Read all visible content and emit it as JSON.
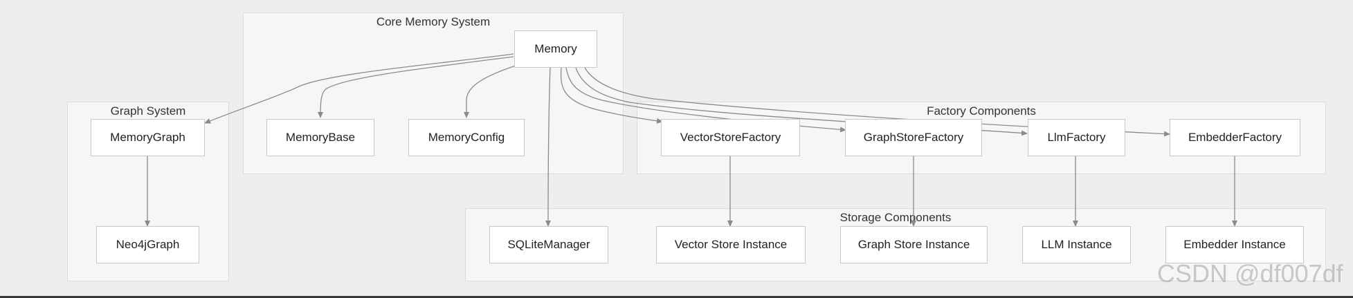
{
  "groups": {
    "core": "Core Memory System",
    "graph": "Graph System",
    "factory": "Factory Components",
    "storage": "Storage Components"
  },
  "nodes": {
    "memory": "Memory",
    "memory_base": "MemoryBase",
    "memory_config": "MemoryConfig",
    "memory_graph": "MemoryGraph",
    "neo4j_graph": "Neo4jGraph",
    "vector_store_factory": "VectorStoreFactory",
    "graph_store_factory": "GraphStoreFactory",
    "llm_factory": "LlmFactory",
    "embedder_factory": "EmbedderFactory",
    "sqlite_manager": "SQLiteManager",
    "vector_store_instance": "Vector Store Instance",
    "graph_store_instance": "Graph Store Instance",
    "llm_instance": "LLM Instance",
    "embedder_instance": "Embedder Instance"
  },
  "edges": [
    {
      "from": "Memory",
      "to": "MemoryGraph"
    },
    {
      "from": "Memory",
      "to": "MemoryBase"
    },
    {
      "from": "Memory",
      "to": "MemoryConfig"
    },
    {
      "from": "Memory",
      "to": "SQLiteManager"
    },
    {
      "from": "Memory",
      "to": "VectorStoreFactory"
    },
    {
      "from": "Memory",
      "to": "GraphStoreFactory"
    },
    {
      "from": "Memory",
      "to": "LlmFactory"
    },
    {
      "from": "Memory",
      "to": "EmbedderFactory"
    },
    {
      "from": "MemoryGraph",
      "to": "Neo4jGraph"
    },
    {
      "from": "VectorStoreFactory",
      "to": "Vector Store Instance"
    },
    {
      "from": "GraphStoreFactory",
      "to": "Graph Store Instance"
    },
    {
      "from": "LlmFactory",
      "to": "LLM Instance"
    },
    {
      "from": "EmbedderFactory",
      "to": "Embedder Instance"
    }
  ],
  "watermark": "CSDN @df007df",
  "colors": {
    "background": "#efeeec",
    "group_fill": "#f6f6f6",
    "edge": "#8a8a8a"
  }
}
